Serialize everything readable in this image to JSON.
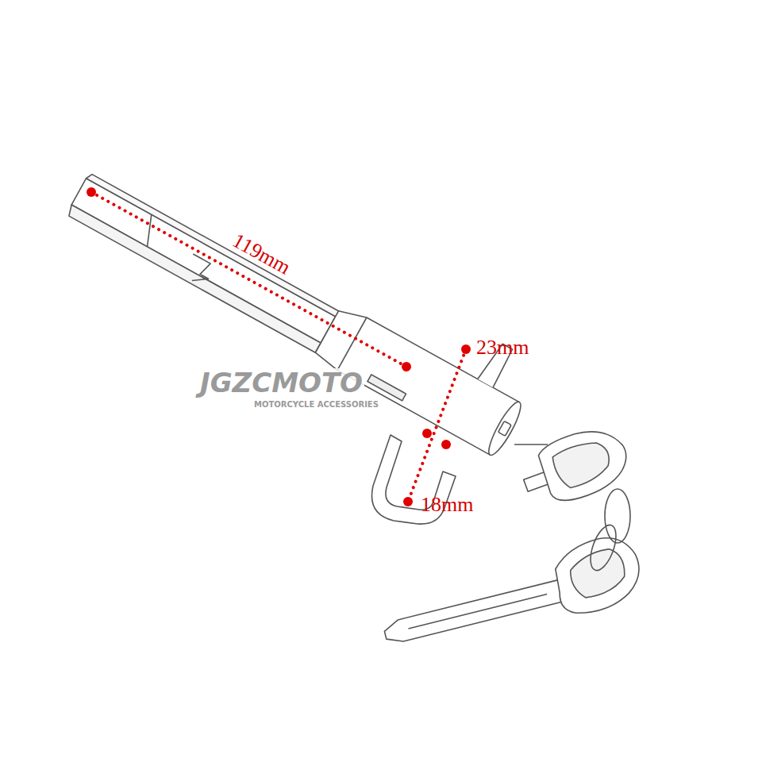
{
  "diagram": {
    "labels": [
      "119mm",
      "23mm",
      "18mm",
      "JGZCMOTO",
      "MOTORCYCLE ACCESSORIES"
    ]
  }
}
